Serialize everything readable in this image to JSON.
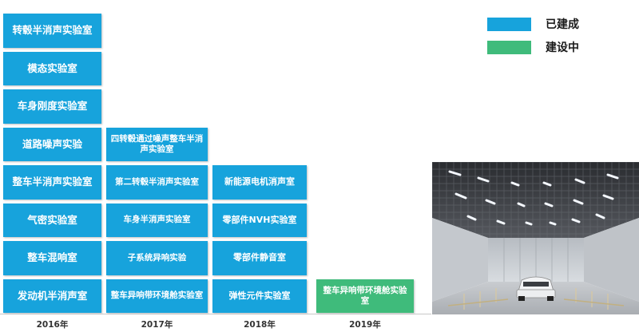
{
  "colors": {
    "built": "#17a3dc",
    "building": "#3fbb7b"
  },
  "legend": {
    "built_label": "已建成",
    "building_label": "建设中"
  },
  "columns": [
    {
      "year": "2016年",
      "items": [
        {
          "label": "转毂半消声实验室",
          "status": "built"
        },
        {
          "label": "模态实验室",
          "status": "built"
        },
        {
          "label": "车身刚度实验室",
          "status": "built"
        },
        {
          "label": "道路噪声实验",
          "status": "built"
        },
        {
          "label": "整车半消声实验室",
          "status": "built"
        },
        {
          "label": "气密实验室",
          "status": "built"
        },
        {
          "label": "整车混响室",
          "status": "built"
        },
        {
          "label": "发动机半消声室",
          "status": "built"
        }
      ]
    },
    {
      "year": "2017年",
      "items": [
        {
          "label": "四转毂通过噪声整车半消声实验室",
          "status": "built"
        },
        {
          "label": "第二转毂半消声实验室",
          "status": "built"
        },
        {
          "label": "车身半消声实验室",
          "status": "built"
        },
        {
          "label": "子系统异响实验",
          "status": "built"
        },
        {
          "label": "整车异响带环境舱实验室",
          "status": "built"
        }
      ]
    },
    {
      "year": "2018年",
      "items": [
        {
          "label": "新能源电机消声室",
          "status": "built"
        },
        {
          "label": "零部件NVH实验室",
          "status": "built"
        },
        {
          "label": "零部件静音室",
          "status": "built"
        },
        {
          "label": "弹性元件实验室",
          "status": "built"
        }
      ]
    },
    {
      "year": "2019年",
      "items": [
        {
          "label": "整车异响带环境舱实验室",
          "status": "building"
        }
      ]
    }
  ]
}
